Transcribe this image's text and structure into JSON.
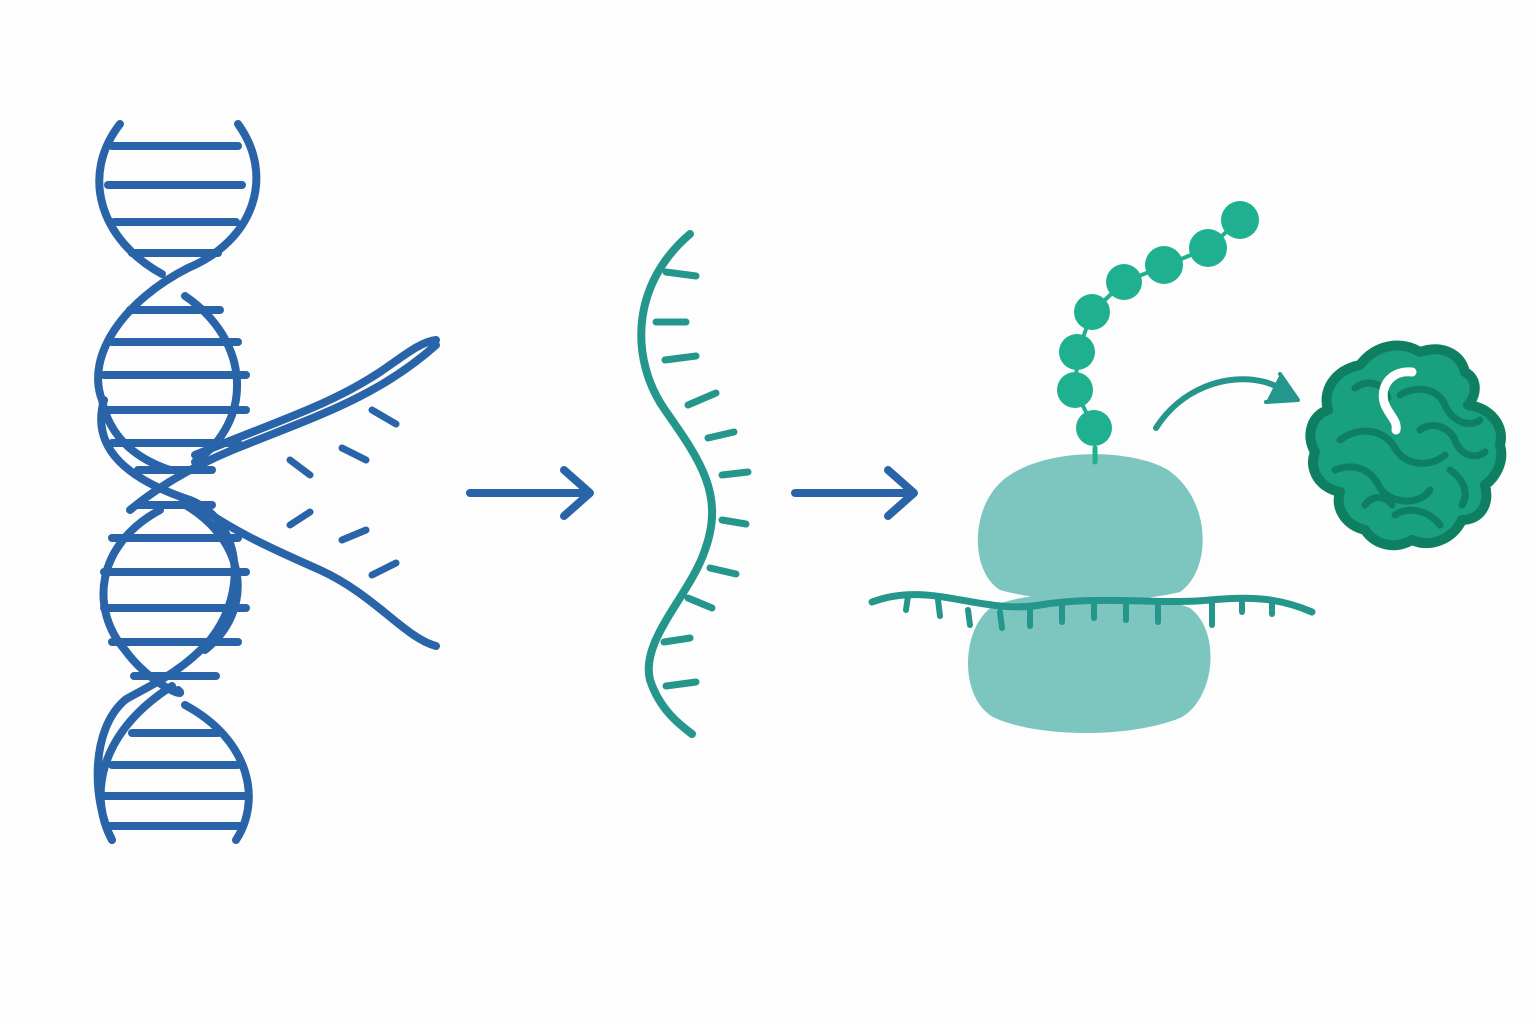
{
  "diagram": {
    "stages": [
      {
        "id": "dna",
        "icon": "dna-double-helix-icon"
      },
      {
        "id": "mrna",
        "icon": "mrna-strand-icon"
      },
      {
        "id": "ribosome",
        "icon": "ribosome-icon"
      },
      {
        "id": "protein",
        "icon": "folded-protein-icon"
      }
    ],
    "arrows": [
      "transcription-arrow-icon",
      "translation-arrow-icon",
      "folding-arrow-icon"
    ],
    "colors": {
      "dna": "#2a64a8",
      "mrna": "#25968c",
      "ribosome": "#7cc6bf",
      "peptide": "#1fb08f",
      "protein_fill": "#18a07f",
      "protein_outline": "#0f7f62",
      "background": "#fdfdfd"
    }
  }
}
